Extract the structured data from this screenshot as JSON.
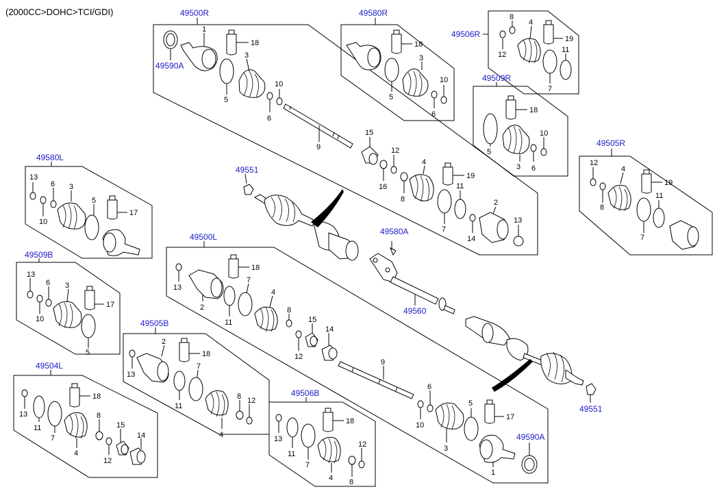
{
  "header": "(2000CC>DOHC>TCI/GDI)",
  "refs": {
    "r49500R": "49500R",
    "r49580R": "49580R",
    "r49506R": "49506R",
    "r49509R": "49509R",
    "r49505R": "49505R",
    "r49580L": "49580L",
    "r49509B": "49509B",
    "r49500L": "49500L",
    "r49505B": "49505B",
    "r49504L": "49504L",
    "r49506B": "49506B",
    "r49590A_top": "49590A",
    "r49590A_bottom": "49590A",
    "r49551_top": "49551",
    "r49551_bottom": "49551",
    "r49580A": "49580A",
    "r49560": "49560"
  },
  "callouts": {
    "a1": "1",
    "a18": "18",
    "a3": "3",
    "a5": "5",
    "a10": "10",
    "a6": "6",
    "a9": "9",
    "a15": "15",
    "a12": "12",
    "a16": "16",
    "a4": "4",
    "a19": "19",
    "a8": "8",
    "a11": "11",
    "a7": "7",
    "a2": "2",
    "a13": "13",
    "a14": "14",
    "b18": "18",
    "b3": "3",
    "b5": "5",
    "b10": "10",
    "b6": "6",
    "c8": "8",
    "c4": "4",
    "c19": "19",
    "c12": "12",
    "c11": "11",
    "c7": "7",
    "d18": "18",
    "d5": "5",
    "d10": "10",
    "d6": "6",
    "d3": "3",
    "e12": "12",
    "e4": "4",
    "e19": "19",
    "e8": "8",
    "e11": "11",
    "e7": "7",
    "f13": "13",
    "f6": "6",
    "f3": "3",
    "f10": "10",
    "f5": "5",
    "f17": "17",
    "g13": "13",
    "g6": "6",
    "g3": "3",
    "g10": "10",
    "g17": "17",
    "g5": "5",
    "h13": "13",
    "h18": "18",
    "h7": "7",
    "h2": "2",
    "h11": "11",
    "h4": "4",
    "h8": "8",
    "h15": "15",
    "h14": "14",
    "h12": "12",
    "h9": "9",
    "h6": "6",
    "h10": "10",
    "h5": "5",
    "h17": "17",
    "h3": "3",
    "h1": "1",
    "i2": "2",
    "i18": "18",
    "i13": "13",
    "i7": "7",
    "i11": "11",
    "i8": "8",
    "i12": "12",
    "i4": "4",
    "j18": "18",
    "j13": "13",
    "j11": "11",
    "j7": "7",
    "j8": "8",
    "j15": "15",
    "j4": "4",
    "j12": "12",
    "j14": "14",
    "k18": "18",
    "k13": "13",
    "k11": "11",
    "k7": "7",
    "k12": "12",
    "k4": "4",
    "k8": "8"
  }
}
